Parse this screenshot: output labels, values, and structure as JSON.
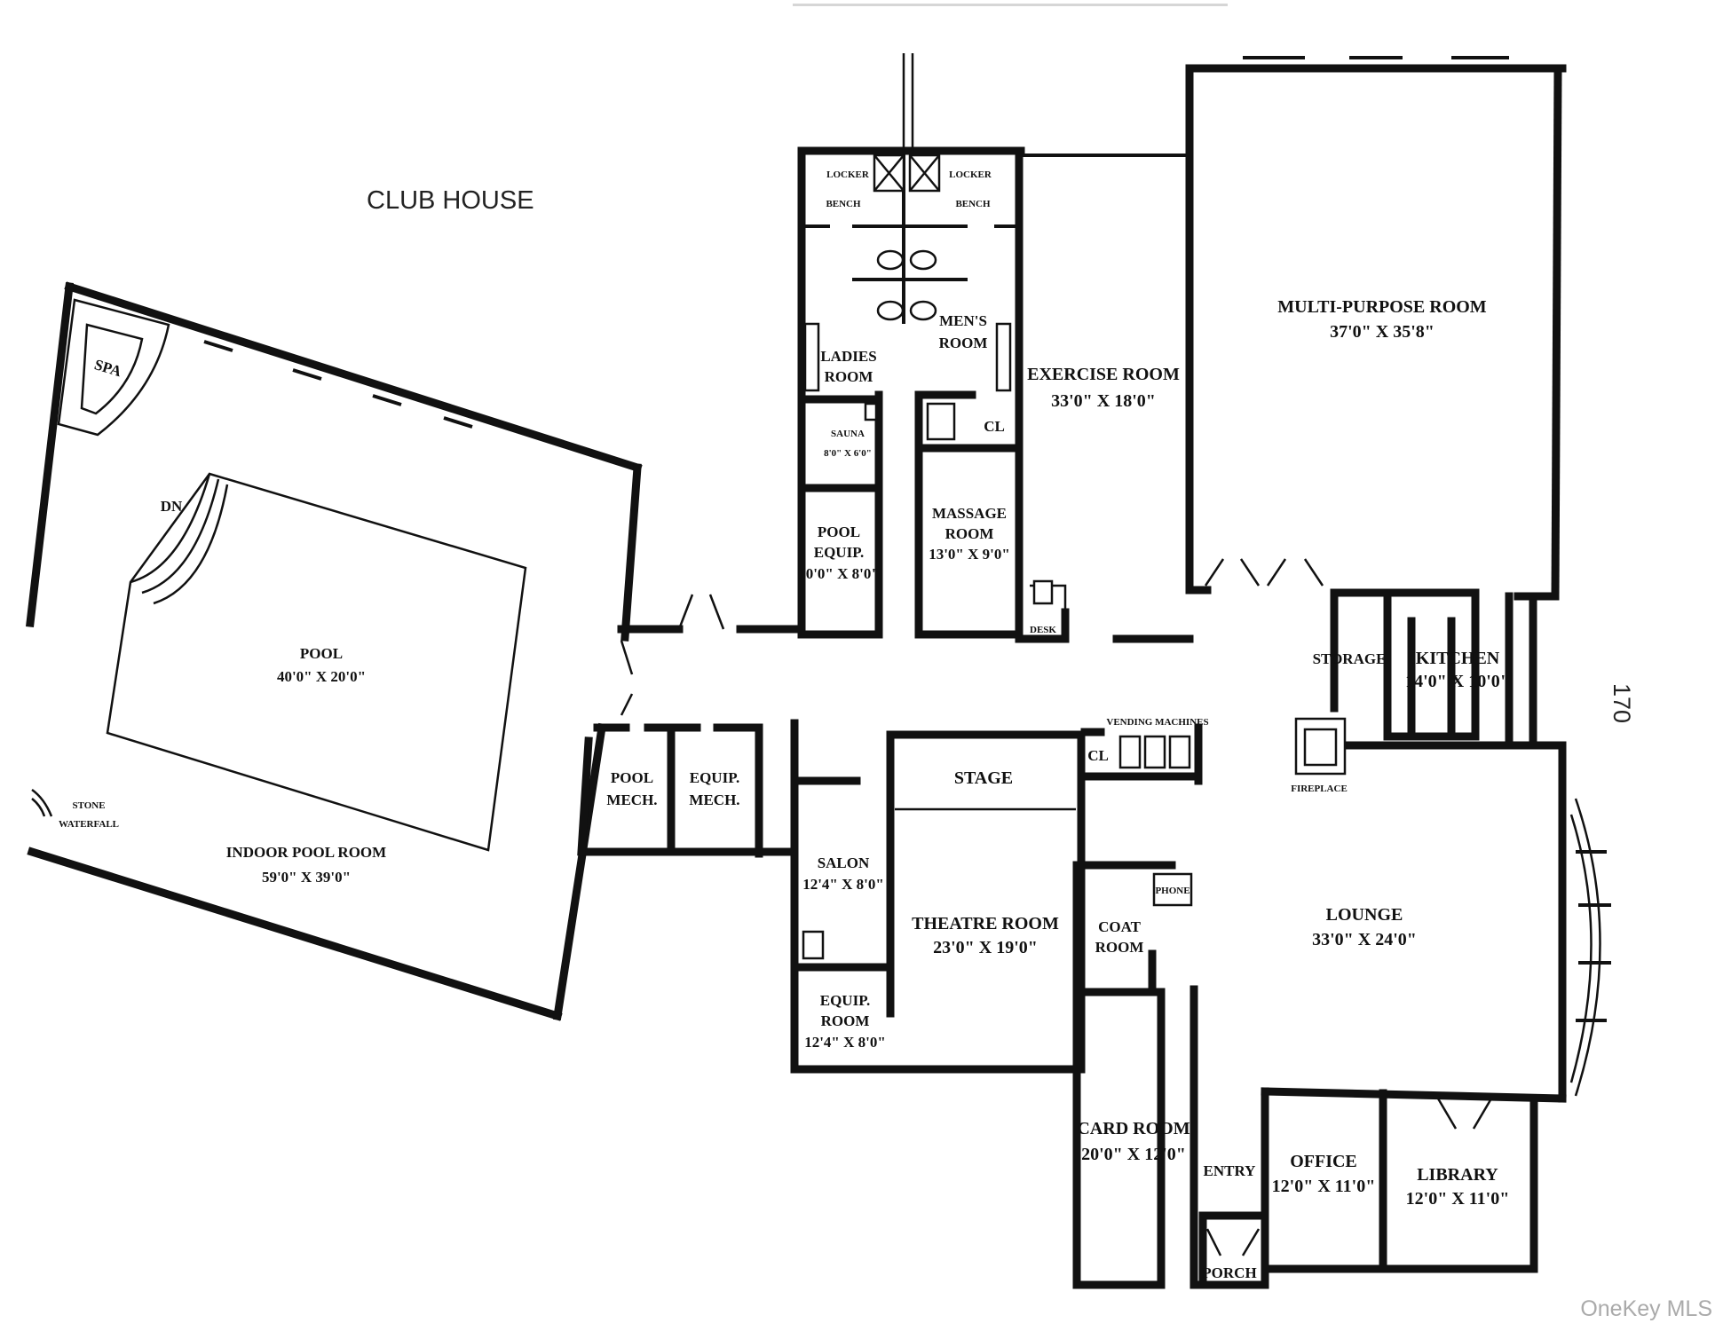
{
  "plan": {
    "title": "CLUB HOUSE",
    "page_number": "170",
    "watermark": "OneKey MLS",
    "rooms": {
      "spa": "SPA",
      "dn": "DN",
      "pool": "POOL",
      "pool_dim": "40'0\" X 20'0\"",
      "indoor_pool": "INDOOR POOL ROOM",
      "indoor_pool_dim": "59'0\" X 39'0\"",
      "stone_waterfall_1": "STONE",
      "stone_waterfall_2": "WATERFALL",
      "locker_left": "LOCKER",
      "bench_left": "BENCH",
      "locker_right": "LOCKER",
      "bench_right": "BENCH",
      "ladies_1": "LADIES",
      "ladies_2": "ROOM",
      "mens_1": "MEN'S",
      "mens_2": "ROOM",
      "sauna": "SAUNA",
      "sauna_dim": "8'0\" X 6'0\"",
      "cl_upper": "CL",
      "pool_equip_1": "POOL",
      "pool_equip_2": "EQUIP.",
      "pool_equip_dim": "10'0\" X 8'0\"",
      "massage_1": "MASSAGE",
      "massage_2": "ROOM",
      "massage_dim": "13'0\" X 9'0\"",
      "exercise": "EXERCISE ROOM",
      "exercise_dim": "33'0\" X 18'0\"",
      "desk": "DESK",
      "multi": "MULTI-PURPOSE ROOM",
      "multi_dim": "37'0\" X 35'8\"",
      "storage": "STORAGE",
      "kitchen": "KITCHEN",
      "kitchen_dim": "14'0\" X 10'0\"",
      "fireplace": "FIREPLACE",
      "pool_mech_1": "POOL",
      "pool_mech_2": "MECH.",
      "equip_mech_1": "EQUIP.",
      "equip_mech_2": "MECH.",
      "vending": "VENDING MACHINES",
      "cl_lower": "CL",
      "stage": "STAGE",
      "salon": "SALON",
      "salon_dim": "12'4\" X 8'0\"",
      "theatre": "THEATRE ROOM",
      "theatre_dim": "23'0\" X 19'0\"",
      "equip_room_1": "EQUIP.",
      "equip_room_2": "ROOM",
      "equip_room_dim": "12'4\" X 8'0\"",
      "phone": "PHONE",
      "coat_1": "COAT",
      "coat_2": "ROOM",
      "lounge": "LOUNGE",
      "lounge_dim": "33'0\" X 24'0\"",
      "card": "CARD ROOM",
      "card_dim": "20'0\" X 12'0\"",
      "entry": "ENTRY",
      "porch": "PORCH",
      "office": "OFFICE",
      "office_dim": "12'0\" X 11'0\"",
      "library": "LIBRARY",
      "library_dim": "12'0\" X 11'0\""
    }
  }
}
